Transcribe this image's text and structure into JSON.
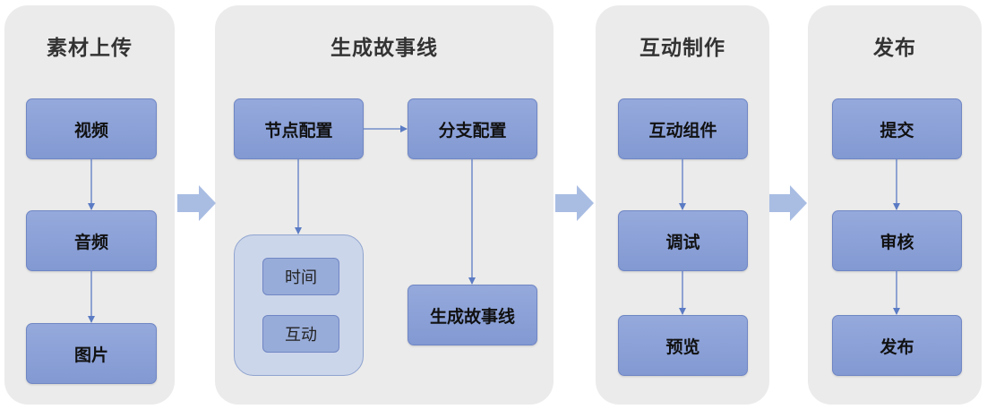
{
  "colors": {
    "panel_bg": "#ebebeb",
    "node_fill": "#8da3d8",
    "node_border": "#6f86c4",
    "group_fill": "#ccd6ea",
    "arrow": "#5b7bc4",
    "big_arrow": "#a9bde3"
  },
  "stages": [
    {
      "title": "素材上传",
      "nodes": [
        "视频",
        "音频",
        "图片"
      ]
    },
    {
      "title": "生成故事线",
      "nodes": [
        "节点配置",
        "分支配置",
        "生成故事线"
      ],
      "group": [
        "时间",
        "互动"
      ]
    },
    {
      "title": "互动制作",
      "nodes": [
        "互动组件",
        "调试",
        "预览"
      ]
    },
    {
      "title": "发布",
      "nodes": [
        "提交",
        "审核",
        "发布"
      ]
    }
  ]
}
